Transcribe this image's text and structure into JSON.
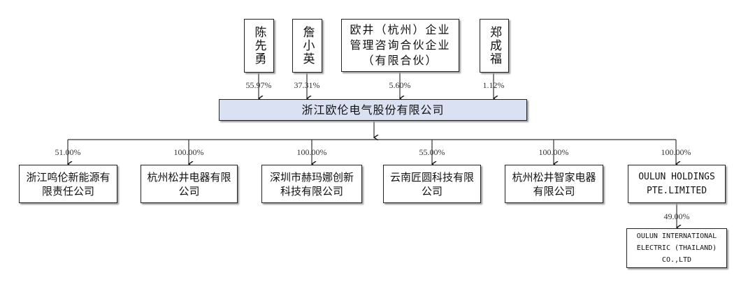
{
  "shareholders": [
    {
      "name": "陈先勇",
      "pct": "55.97%"
    },
    {
      "name": "詹小英",
      "pct": "37.31%"
    },
    {
      "name": "欧井（杭州）企业管理咨询合伙企业（有限合伙）",
      "pct": "5.60%"
    },
    {
      "name": "郑成福",
      "pct": "1.12%"
    }
  ],
  "company": "浙江欧伦电气股份有限公司",
  "subsidiaries": [
    {
      "name": "浙江鸣伦新能源有限责任公司",
      "pct": "51.00%"
    },
    {
      "name": "杭州松井电器有限公司",
      "pct": "100.00%"
    },
    {
      "name": "深圳市赫玛娜创新科技有限公司",
      "pct": "100.00%"
    },
    {
      "name": "云南匠圆科技有限公司",
      "pct": "55.00%"
    },
    {
      "name": "杭州松井智家电器有限公司",
      "pct": "100.00%"
    },
    {
      "name": "OULUN HOLDINGS PTE.LIMITED",
      "pct": "100.00%"
    }
  ],
  "grandchild": {
    "name": "OULUN INTERNATIONAL ELECTRIC (THAILAND) CO.,LTD",
    "pct": "49.00%"
  }
}
